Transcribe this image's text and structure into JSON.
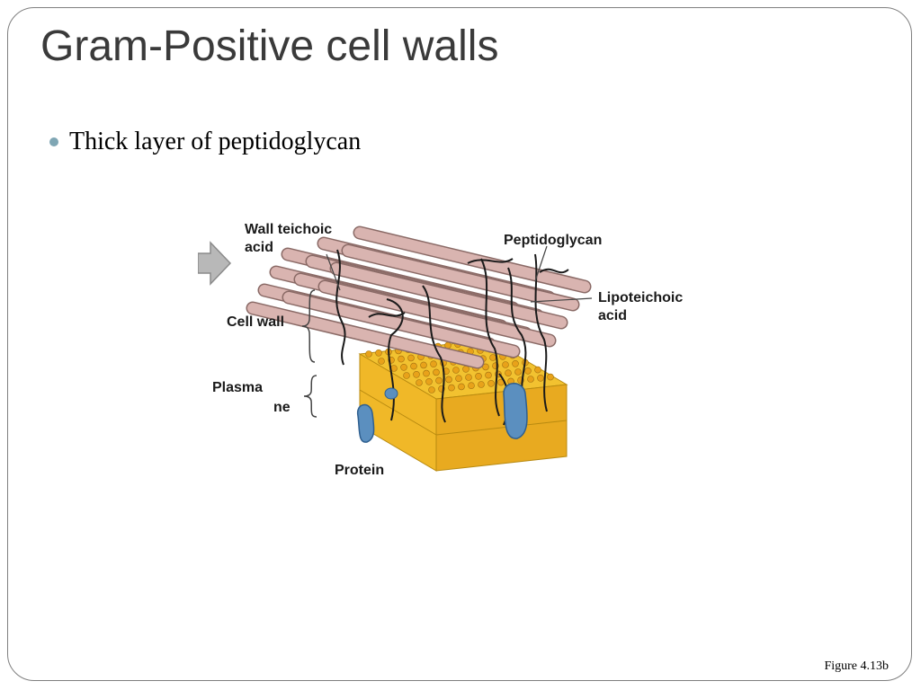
{
  "slide": {
    "title": "Gram-Positive cell walls",
    "bullets": [
      "Thick layer of peptidoglycan"
    ],
    "caption": "Figure 4.13b"
  },
  "diagram": {
    "labels": {
      "wall_teichoic_acid_1": "Wall teichoic",
      "wall_teichoic_acid_2": "acid",
      "peptidoglycan": "Peptidoglycan",
      "lipoteichoic_acid_1": "Lipoteichoic",
      "lipoteichoic_acid_2": "acid",
      "cell_wall": "Cell wall",
      "plasma_membrane_1": "Plasma",
      "plasma_membrane_2": "ne",
      "protein": "Protein"
    },
    "colors": {
      "peptidoglycan_rod": "#d9b4b0",
      "membrane": "#f2c230",
      "membrane_head": "#e8a21a",
      "protein": "#5b8fbf",
      "teichoic_strand": "#1a1a1a",
      "arrow": "#b8b8b8"
    }
  }
}
